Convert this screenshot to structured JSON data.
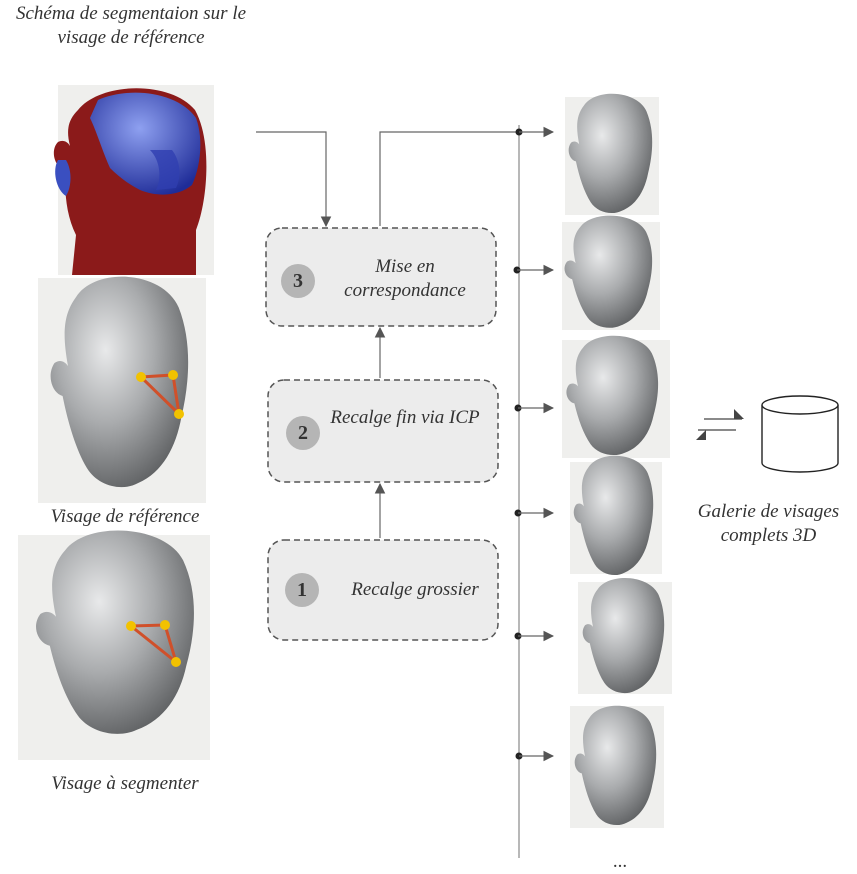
{
  "reference_segmentation_caption": "Schéma de segmentaion sur le visage de référence",
  "reference_face_caption": "Visage de référence",
  "probe_face_caption": "Visage à segmenter",
  "steps": [
    {
      "number": "1",
      "label": "Recalge grossier"
    },
    {
      "number": "2",
      "label": "Recalge fin via ICP"
    },
    {
      "number": "3",
      "label": "Mise en correspondance"
    }
  ],
  "gallery_caption": "Galerie de visages complets 3D",
  "gallery_ellipsis": "...",
  "colors": {
    "segment_red": "#8b1a1a",
    "segment_blue": "#2f3fb0",
    "landmark": "#f2c200",
    "landmark_line": "#d0502a",
    "box_fill": "#ececec",
    "box_stroke": "#555555",
    "badge_fill": "#b5b5b5",
    "face_gray": "#a4a6a8"
  },
  "icons": [
    "segmented-face-image",
    "face-mesh-image",
    "landmark-triangle",
    "cylinder-database-icon",
    "double-arrow-icon"
  ]
}
